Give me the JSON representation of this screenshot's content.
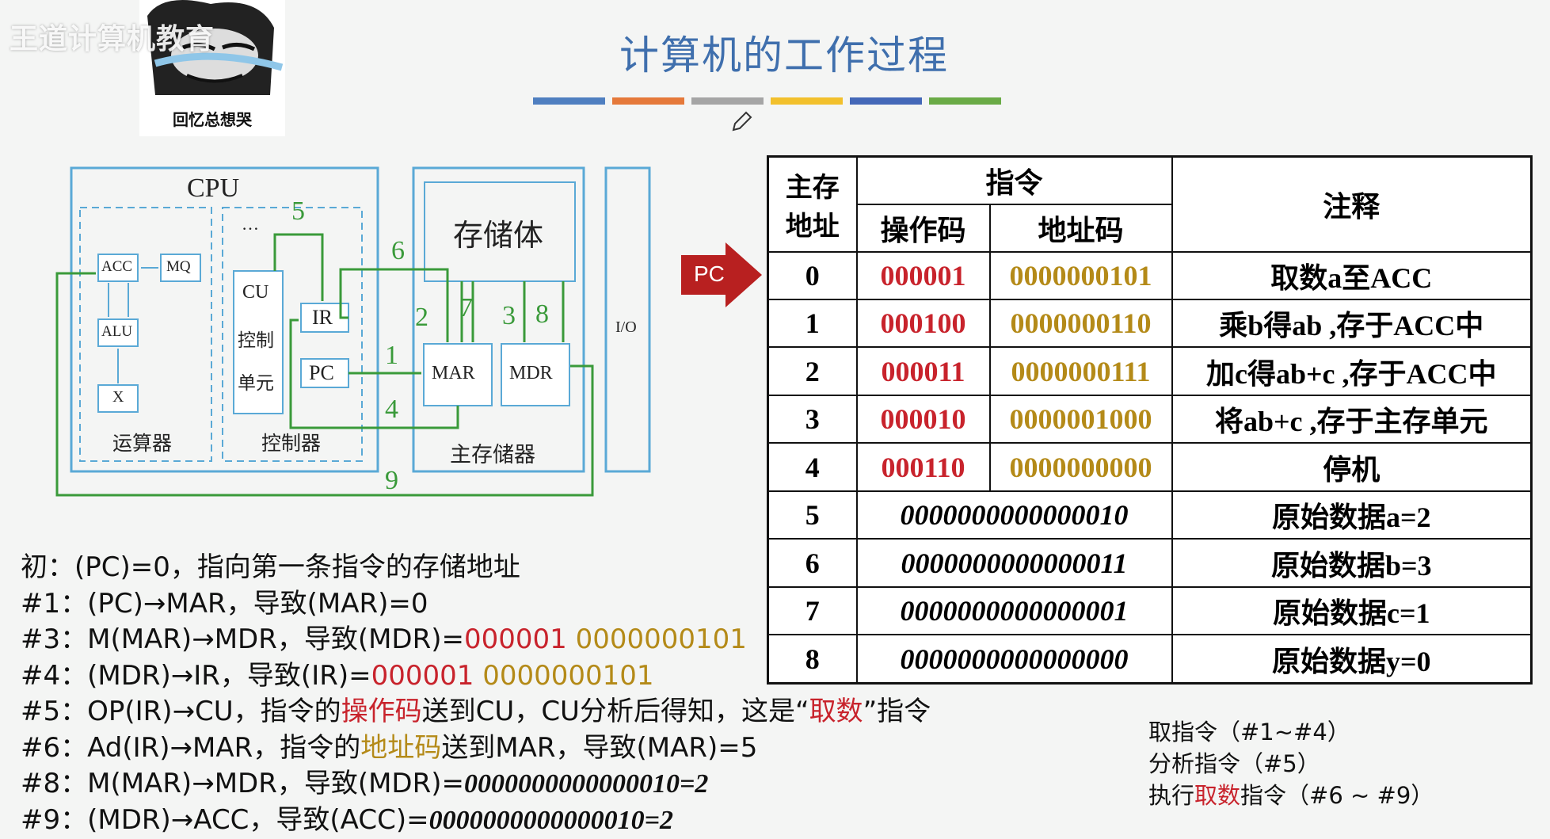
{
  "watermark": "王道计算机教育",
  "meme_caption": "回忆总想哭",
  "title": "计算机的工作过程",
  "title_bar_colors": [
    "#4f7fc0",
    "#e5793a",
    "#a5a5a5",
    "#f2c02c",
    "#4468b8",
    "#6aab46"
  ],
  "diagram": {
    "cpu": "CPU",
    "acc": "ACC",
    "mq": "MQ",
    "alu": "ALU",
    "x": "X",
    "alu_group": "运算器",
    "cu_line1": "CU",
    "cu_line2": "控制",
    "cu_line3": "单元",
    "cu_dots": "…",
    "ir": "IR",
    "pc": "PC",
    "control_group": "控制器",
    "storage_body": "存储体",
    "mar": "MAR",
    "mdr": "MDR",
    "main_memory": "主存储器",
    "io": "I/O",
    "step_numbers": [
      "1",
      "2",
      "3",
      "4",
      "5",
      "6",
      "7",
      "8",
      "9"
    ]
  },
  "pc_pointer": "PC",
  "table": {
    "header_addr": "主存\n地址",
    "header_instr": "指令",
    "header_opcode": "操作码",
    "header_addrcode": "地址码",
    "header_note": "注释",
    "rows": [
      {
        "addr": "0",
        "op": "000001",
        "ad": "0000000101",
        "note": "取数a至ACC"
      },
      {
        "addr": "1",
        "op": "000100",
        "ad": "0000000110",
        "note": "乘b得ab ,存于ACC中"
      },
      {
        "addr": "2",
        "op": "000011",
        "ad": "0000000111",
        "note": "加c得ab+c ,存于ACC中"
      },
      {
        "addr": "3",
        "op": "000010",
        "ad": "0000001000",
        "note": "将ab+c ,存于主存单元"
      },
      {
        "addr": "4",
        "op": "000110",
        "ad": "0000000000",
        "note": "停机"
      },
      {
        "addr": "5",
        "data": "0000000000000010",
        "note": "原始数据a=2"
      },
      {
        "addr": "6",
        "data": "0000000000000011",
        "note": "原始数据b=3"
      },
      {
        "addr": "7",
        "data": "0000000000000001",
        "note": "原始数据c=1"
      },
      {
        "addr": "8",
        "data": "0000000000000000",
        "note": "原始数据y=0"
      }
    ]
  },
  "steps": {
    "s0": "初：(PC)=0，指向第一条指令的存储地址",
    "s1": "#1：(PC)→MAR，导致(MAR)=0",
    "s3a": "#3：M(MAR)→MDR，导致(MDR)=",
    "s3_op": "000001",
    "s3_ad": "0000000101",
    "s4a": "#4：(MDR)→IR，导致(IR)=",
    "s4_op": "000001",
    "s4_ad": "0000000101",
    "s5a": "#5：OP(IR)→CU，指令的",
    "s5_hl1": "操作码",
    "s5b": "送到CU，CU分析后得知，这是“",
    "s5_hl2": "取数",
    "s5c": "”指令",
    "s6a": "#6：Ad(IR)→MAR，指令的",
    "s6_hl": "地址码",
    "s6b": "送到MAR，导致(MAR)=5",
    "s8a": "#8：M(MAR)→MDR，导致(MDR)=",
    "s8b": "0000000000000010=2",
    "s9a": "#9：(MDR)→ACC，导致(ACC)=",
    "s9b": "0000000000000010=2"
  },
  "phases": {
    "fetch": "取指令（#1~#4）",
    "analyze": "分析指令（#5）",
    "exec_a": "执行",
    "exec_hl": "取数",
    "exec_b": "指令（#6 ~ #9）"
  }
}
